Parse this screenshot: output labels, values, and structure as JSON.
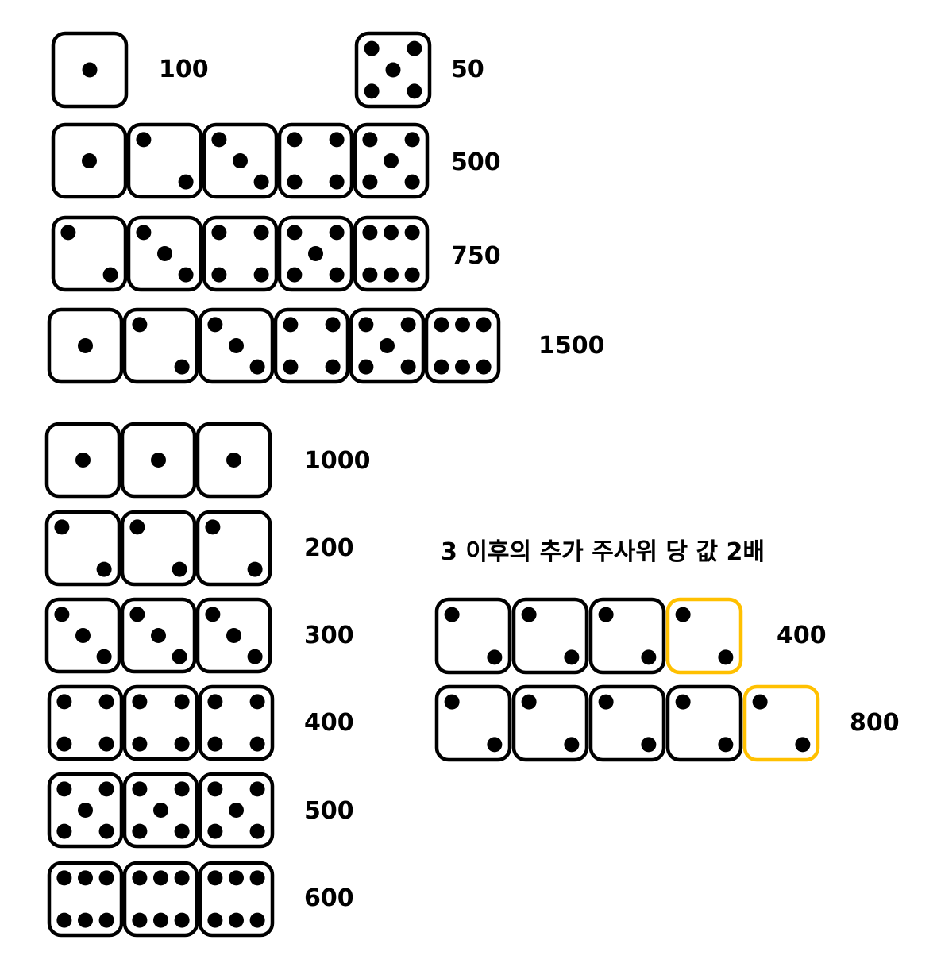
{
  "note": "3 이후의 추가 주사위 당 값 2배",
  "colors": {
    "die_border": "#000000",
    "highlight_border": "#FFC000",
    "pip": "#000000",
    "background": "#FFFFFF"
  },
  "rows": [
    {
      "id": "single-1",
      "dice": [
        1
      ],
      "highlighted": [
        false
      ],
      "score": "100"
    },
    {
      "id": "single-5",
      "dice": [
        5
      ],
      "highlighted": [
        false
      ],
      "score": "50"
    },
    {
      "id": "straight-1-5",
      "dice": [
        1,
        2,
        3,
        4,
        5
      ],
      "highlighted": [
        false,
        false,
        false,
        false,
        false
      ],
      "score": "500"
    },
    {
      "id": "straight-2-6",
      "dice": [
        2,
        3,
        4,
        5,
        6
      ],
      "highlighted": [
        false,
        false,
        false,
        false,
        false
      ],
      "score": "750"
    },
    {
      "id": "straight-1-6",
      "dice": [
        1,
        2,
        3,
        4,
        5,
        6
      ],
      "highlighted": [
        false,
        false,
        false,
        false,
        false,
        false
      ],
      "score": "1500"
    },
    {
      "id": "triple-1",
      "dice": [
        1,
        1,
        1
      ],
      "highlighted": [
        false,
        false,
        false
      ],
      "score": "1000"
    },
    {
      "id": "triple-2",
      "dice": [
        2,
        2,
        2
      ],
      "highlighted": [
        false,
        false,
        false
      ],
      "score": "200"
    },
    {
      "id": "triple-3",
      "dice": [
        3,
        3,
        3
      ],
      "highlighted": [
        false,
        false,
        false
      ],
      "score": "300"
    },
    {
      "id": "triple-4",
      "dice": [
        4,
        4,
        4
      ],
      "highlighted": [
        false,
        false,
        false
      ],
      "score": "400"
    },
    {
      "id": "triple-5",
      "dice": [
        5,
        5,
        5
      ],
      "highlighted": [
        false,
        false,
        false
      ],
      "score": "500"
    },
    {
      "id": "triple-6",
      "dice": [
        6,
        6,
        6
      ],
      "highlighted": [
        false,
        false,
        false
      ],
      "score": "600"
    },
    {
      "id": "four-of-2",
      "dice": [
        2,
        2,
        2,
        2
      ],
      "highlighted": [
        false,
        false,
        false,
        true
      ],
      "score": "400"
    },
    {
      "id": "five-of-2",
      "dice": [
        2,
        2,
        2,
        2,
        2
      ],
      "highlighted": [
        false,
        false,
        false,
        false,
        true
      ],
      "score": "800"
    }
  ]
}
